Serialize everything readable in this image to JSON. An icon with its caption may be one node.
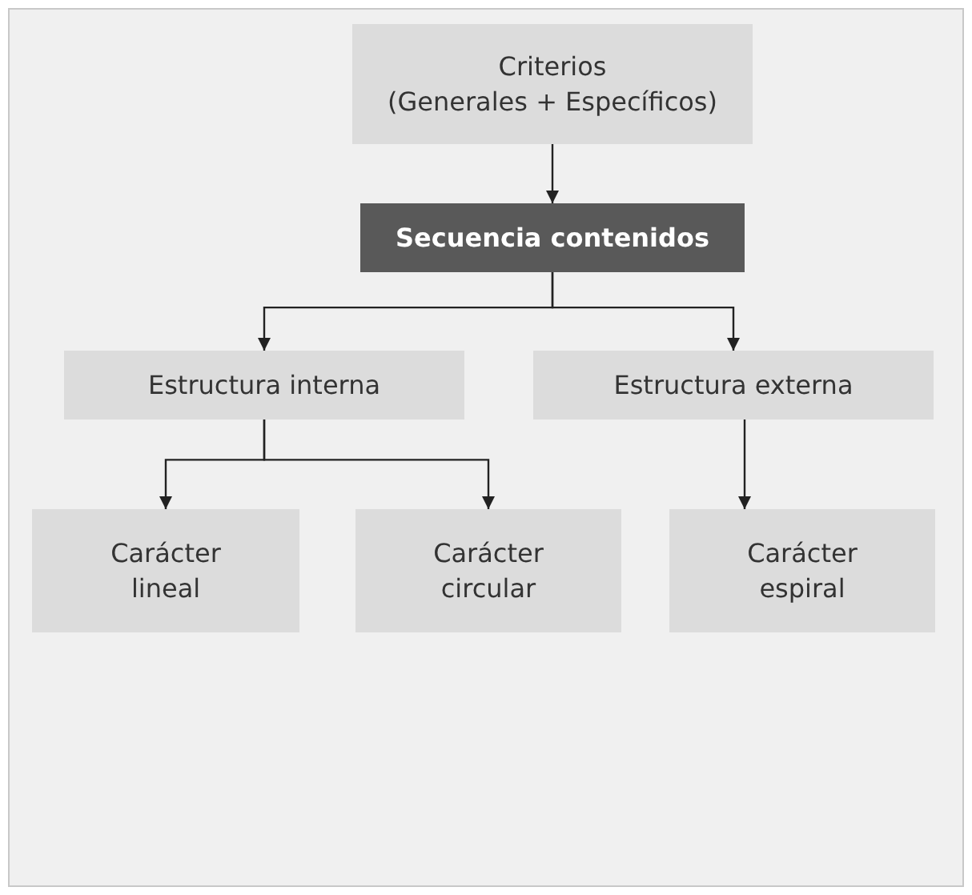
{
  "diagram": {
    "nodes": [
      {
        "text": [
          "Criterios",
          "(Generales + Específicos)"
        ]
      },
      {
        "text": [
          "Secuencia contenidos"
        ]
      },
      {
        "text": [
          "Estructura interna"
        ]
      },
      {
        "text": [
          "Estructura externa"
        ]
      },
      {
        "text": [
          "Carácter lineal"
        ]
      },
      {
        "text": [
          "Carácter circular"
        ]
      },
      {
        "text": [
          "Carácter espiral"
        ]
      }
    ],
    "edges": [
      {
        "from": 0,
        "to": 1,
        "arrow": "to"
      },
      {
        "from": 1,
        "to": 2,
        "arrow": "to"
      },
      {
        "from": 1,
        "to": 3,
        "arrow": "to"
      },
      {
        "from": 2,
        "to": 4,
        "arrow": "to"
      },
      {
        "from": 2,
        "to": 5,
        "arrow": "to"
      },
      {
        "from": 3,
        "to": 6,
        "arrow": "to"
      }
    ]
  }
}
